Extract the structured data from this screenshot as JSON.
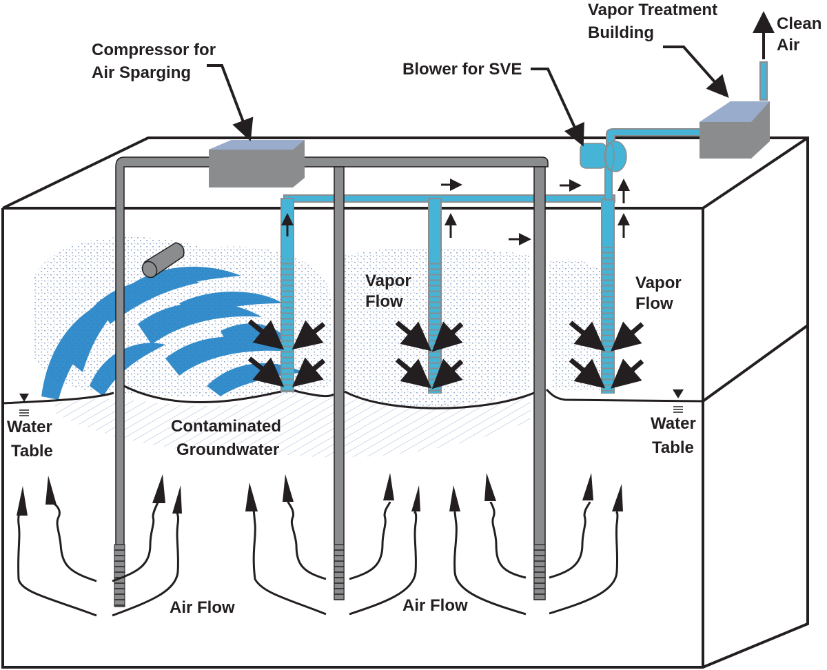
{
  "title": "Air Sparging with Soil Vapor Extraction (SVE)",
  "labels": {
    "compressor": [
      "Compressor for",
      "Air Sparging"
    ],
    "blower": "Blower for SVE",
    "treatment": [
      "Vapor Treatment",
      "Building"
    ],
    "clean_air": [
      "Clean",
      "Air"
    ],
    "vapor_flow_center": [
      "Vapor",
      "Flow"
    ],
    "vapor_flow_right": [
      "Vapor",
      "Flow"
    ],
    "water_table_left": [
      "Water",
      "Table"
    ],
    "water_table_right": [
      "Water",
      "Table"
    ],
    "contaminated": [
      "Contaminated",
      "Groundwater"
    ],
    "air_flow_left": "Air Flow",
    "air_flow_right": "Air Flow"
  },
  "colors": {
    "outline": "#231f20",
    "equipment_gray": "#8a8c8e",
    "equipment_top": "#9aaccc",
    "sve_blue": "#45b4d6",
    "plume_blue": "#1a7fc4",
    "vapor_dots": "#9aaccc"
  },
  "components": {
    "sparge_wells": 3,
    "sve_wells": 3
  }
}
